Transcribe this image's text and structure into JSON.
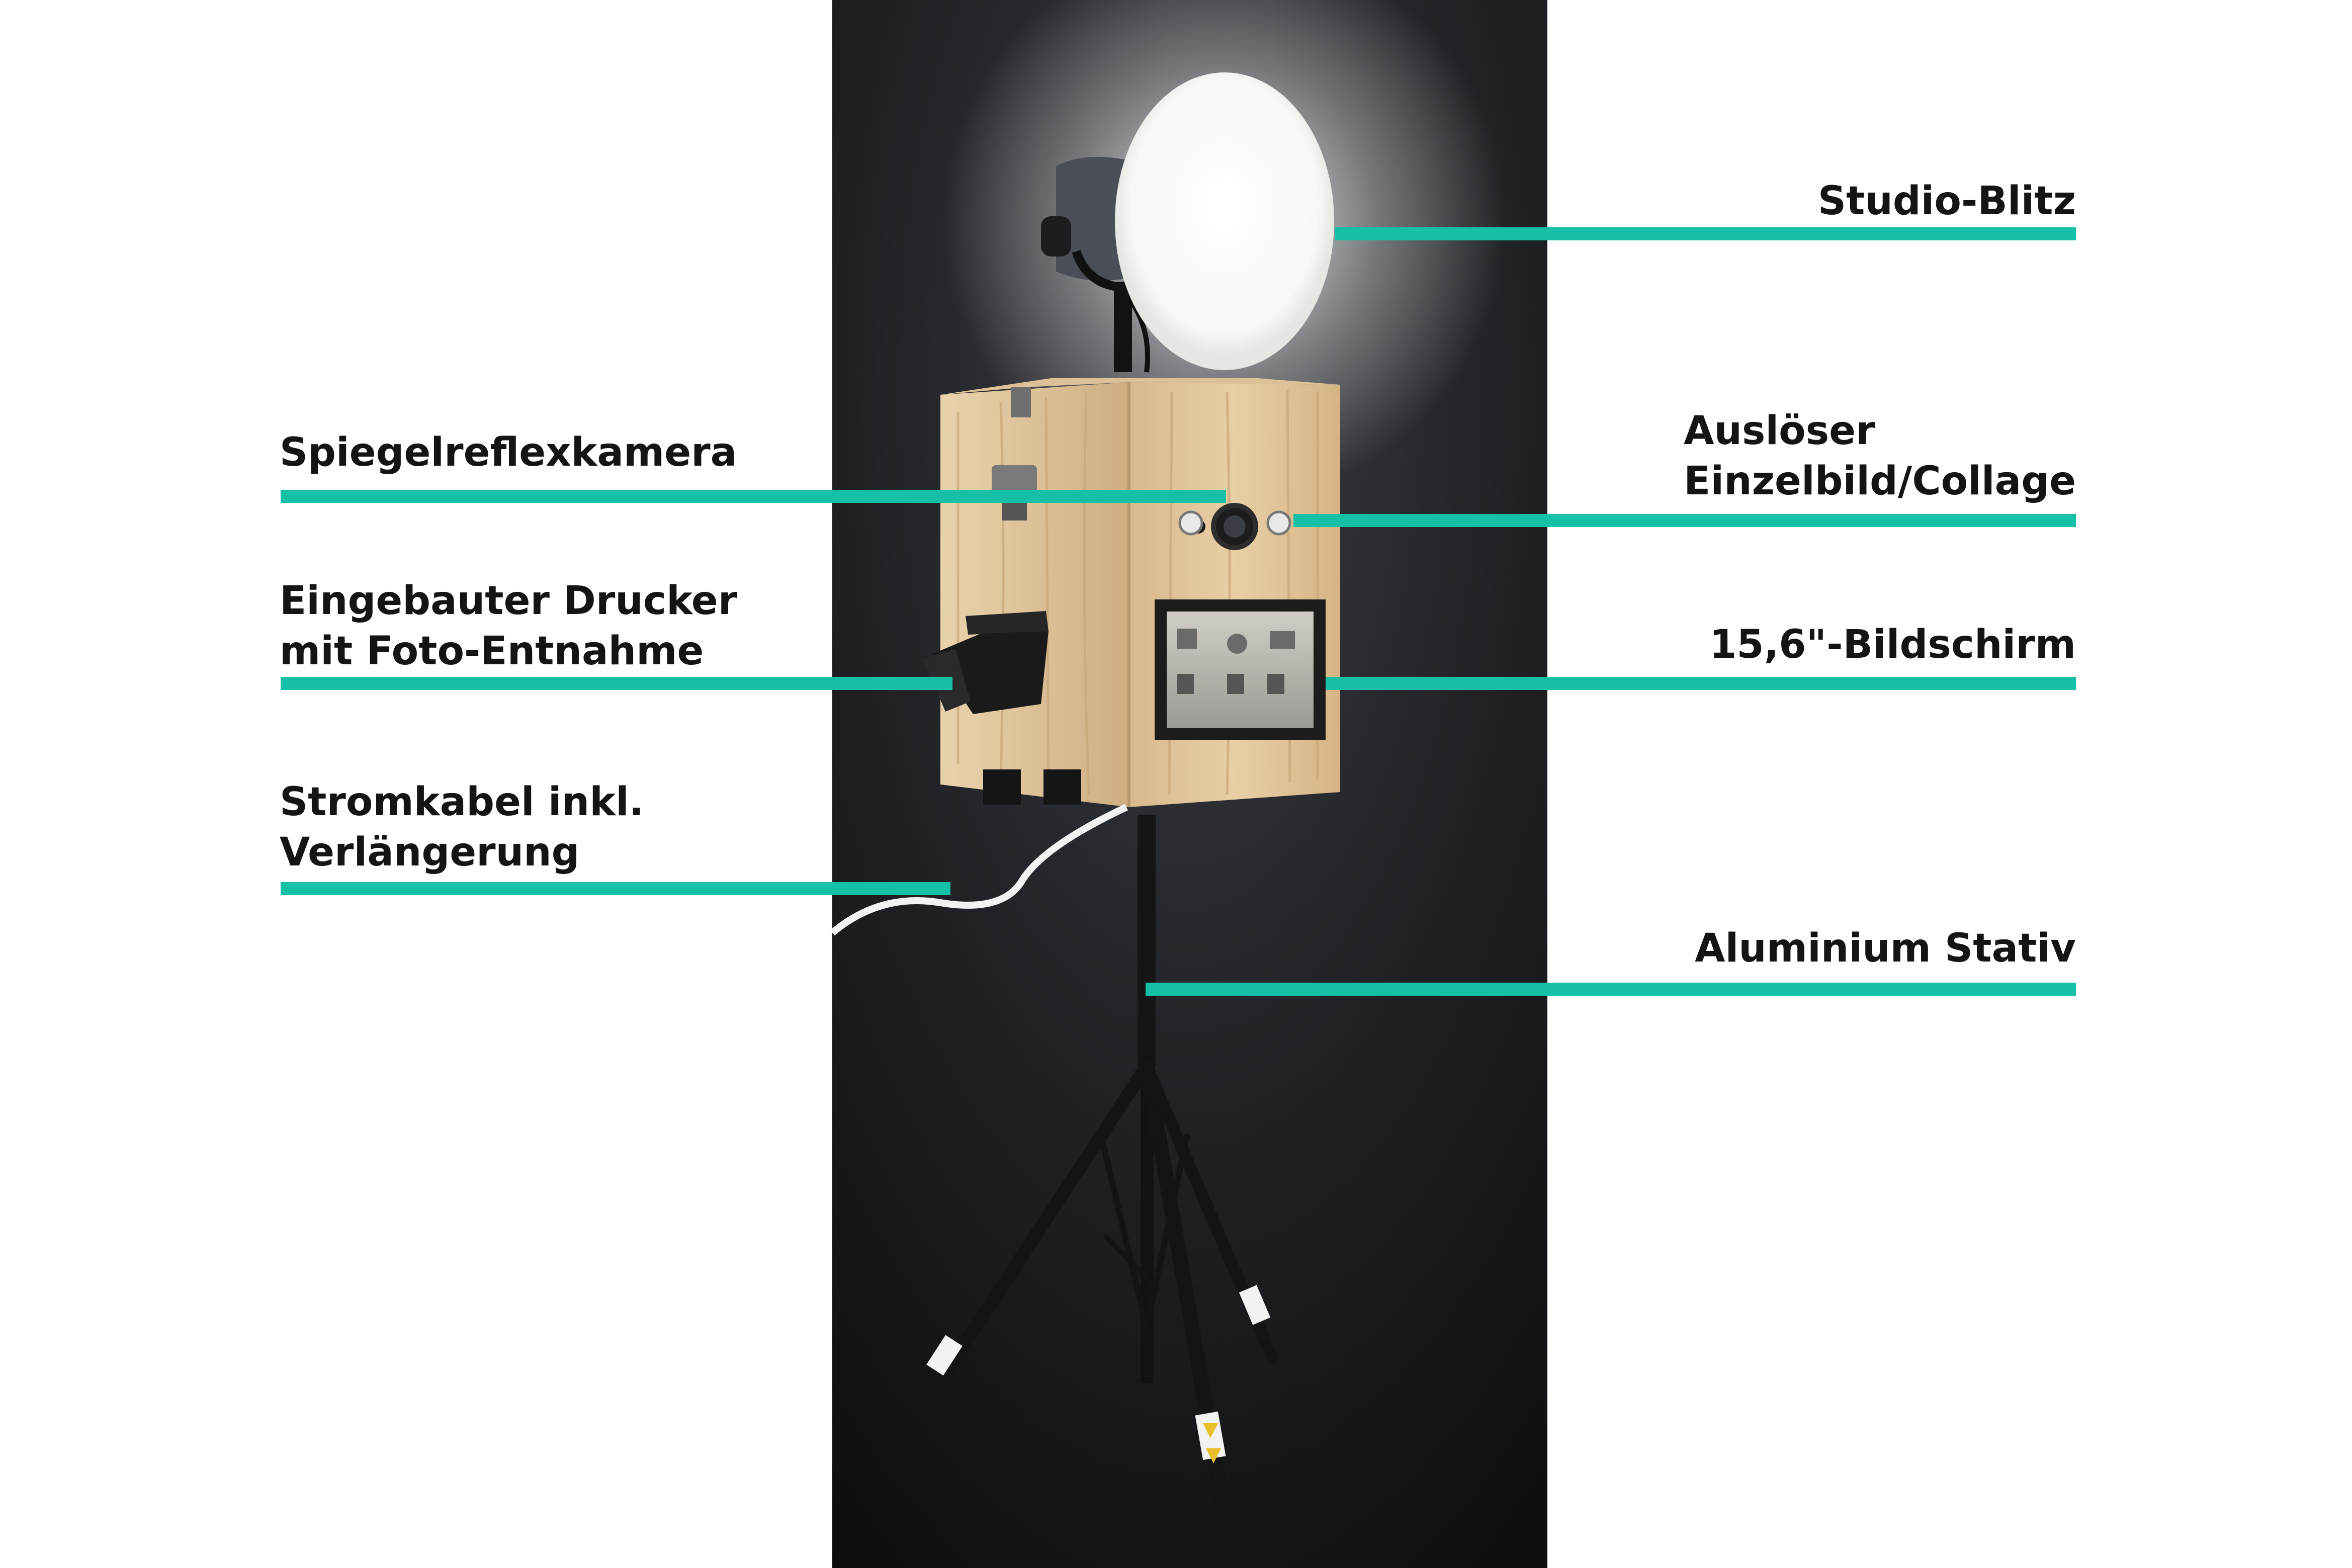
{
  "accent_color": "#16c0a6",
  "callouts_left": [
    {
      "name": "spiegelreflexkamera",
      "lines": [
        "Spiegelreflexkamera"
      ]
    },
    {
      "name": "eingebauter-drucker",
      "lines": [
        "Eingebauter Drucker",
        "mit Foto-Entnahme"
      ]
    },
    {
      "name": "stromkabel",
      "lines": [
        "Stromkabel inkl.",
        "Verlängerung"
      ]
    }
  ],
  "callouts_right": [
    {
      "name": "studio-blitz",
      "lines": [
        "Studio-Blitz"
      ]
    },
    {
      "name": "ausloeser",
      "lines": [
        "Auslöser",
        "Einzelbild/Collage"
      ]
    },
    {
      "name": "bildschirm",
      "lines": [
        "15,6\"-Bildschirm"
      ]
    },
    {
      "name": "aluminium-stativ",
      "lines": [
        "Aluminium Stativ"
      ]
    }
  ]
}
